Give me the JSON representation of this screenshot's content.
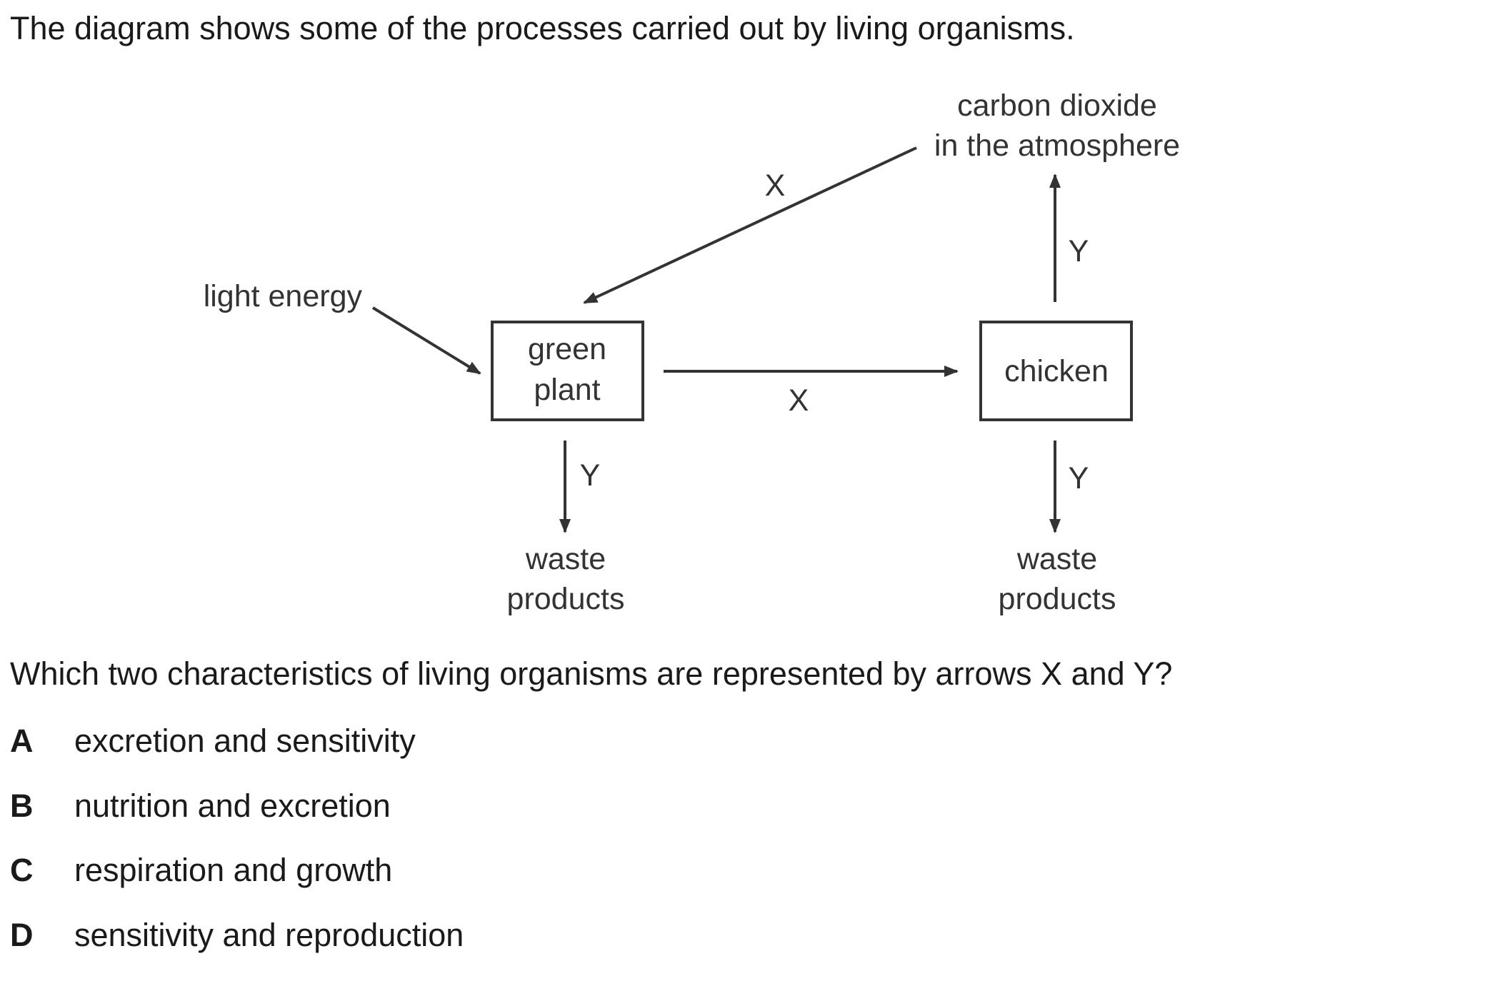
{
  "stem": "The diagram shows some of the processes carried out by living organisms.",
  "diagram": {
    "light_energy": "light energy",
    "green_plant": [
      "green",
      "plant"
    ],
    "chicken": "chicken",
    "co2": [
      "carbon dioxide",
      "in the atmosphere"
    ],
    "waste_plant": [
      "waste",
      "products"
    ],
    "waste_chicken": [
      "waste",
      "products"
    ],
    "label_x": "X",
    "label_y": "Y"
  },
  "question": "Which two characteristics of living organisms are represented by arrows X and Y?",
  "options": [
    {
      "letter": "A",
      "text": "excretion and sensitivity"
    },
    {
      "letter": "B",
      "text": "nutrition and excretion"
    },
    {
      "letter": "C",
      "text": "respiration and growth"
    },
    {
      "letter": "D",
      "text": "sensitivity and reproduction"
    }
  ]
}
